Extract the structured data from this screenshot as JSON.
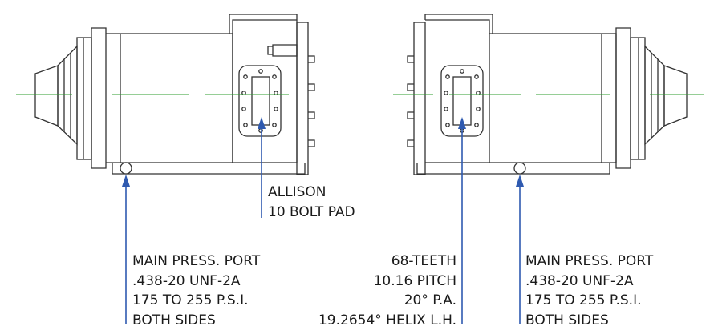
{
  "callouts": {
    "left_port": {
      "lines": [
        "MAIN PRESS. PORT",
        ".438-20 UNF-2A",
        "175 TO 255 P.S.I.",
        "BOTH SIDES"
      ]
    },
    "allison_pad": {
      "lines": [
        "ALLISON",
        "10 BOLT PAD"
      ]
    },
    "gear_spec": {
      "lines": [
        "68-TEETH",
        "10.16 PITCH",
        "20° P.A.",
        "19.2654° HELIX L.H."
      ]
    },
    "right_port": {
      "lines": [
        "MAIN PRESS. PORT",
        ".438-20 UNF-2A",
        "175 TO 255 P.S.I.",
        "BOTH SIDES"
      ]
    }
  },
  "colors": {
    "outline": "#333333",
    "centerline": "#2e9e2e",
    "leader": "#2f5ab0"
  }
}
